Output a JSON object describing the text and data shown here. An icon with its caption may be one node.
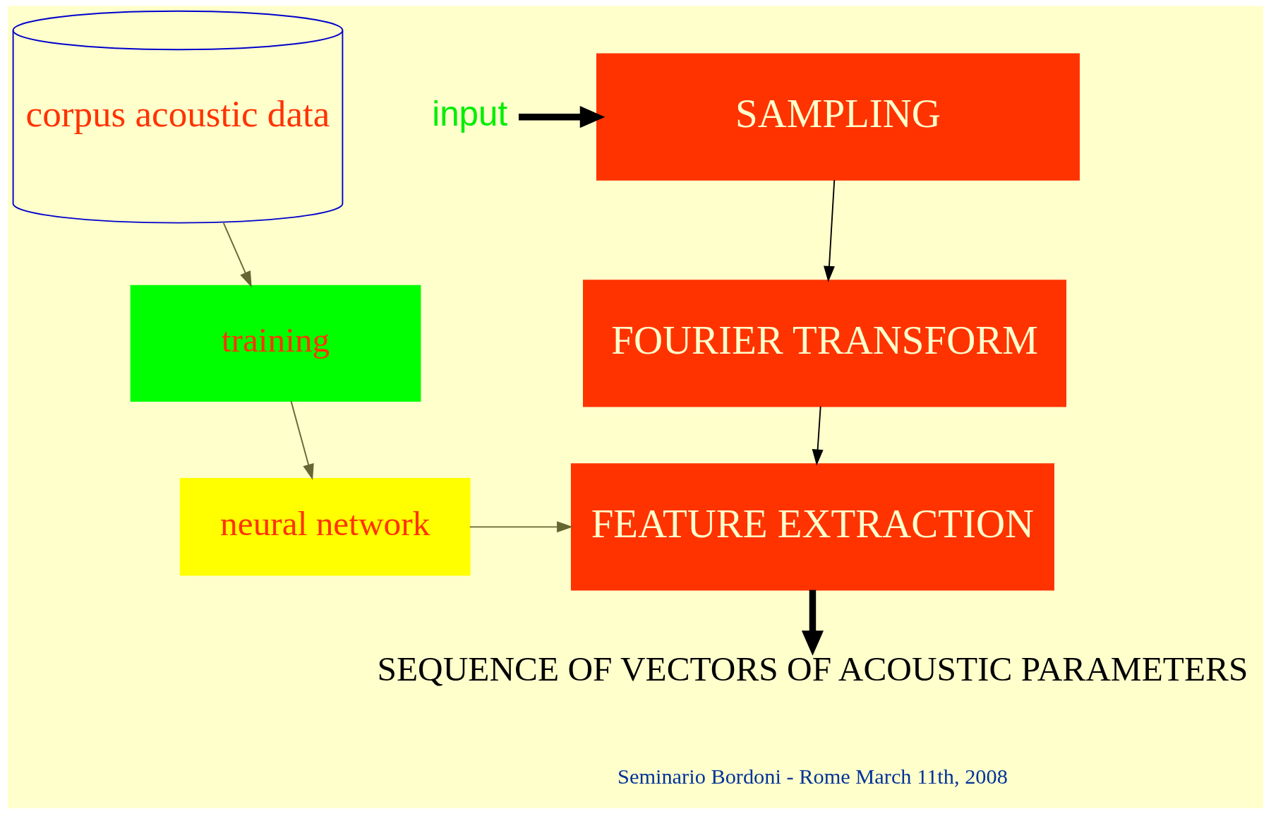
{
  "diagram": {
    "nodes": [
      {
        "text": [
          "input"
        ]
      },
      {
        "text": [
          "SAMPLING"
        ]
      },
      {
        "text": [
          "FOURIER TRANSFORM"
        ]
      },
      {
        "text": [
          "FEATURE EXTRACTION"
        ]
      },
      {
        "text": [
          "corpus acoustic data"
        ]
      },
      {
        "text": [
          "training"
        ]
      },
      {
        "text": [
          "neural network"
        ]
      },
      {
        "text": [
          "SEQUENCE OF VECTORS OF ACOUSTIC PARAMETERS"
        ]
      }
    ],
    "edges": [
      {
        "from": 0,
        "to": 1,
        "arrow": "to",
        "style": "thick"
      },
      {
        "from": 1,
        "to": 2,
        "arrow": "to"
      },
      {
        "from": 2,
        "to": 3,
        "arrow": "to"
      },
      {
        "from": 3,
        "to": 7,
        "arrow": "to",
        "style": "thick"
      },
      {
        "from": 4,
        "to": 5,
        "arrow": "to",
        "color": "#666633"
      },
      {
        "from": 5,
        "to": 6,
        "arrow": "to",
        "color": "#666633"
      },
      {
        "from": 6,
        "to": 3,
        "arrow": "to",
        "color": "#666633"
      }
    ],
    "labels": [
      "Seminario Bordoni - Rome March 11th, 2008"
    ]
  }
}
